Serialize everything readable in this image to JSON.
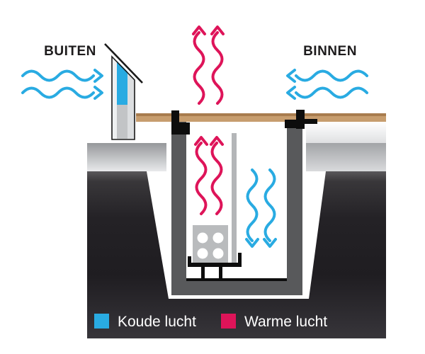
{
  "diagram": {
    "labels": {
      "buiten": "BUITEN",
      "binnen": "BINNEN"
    },
    "legend": {
      "cold_label": "Koude lucht",
      "warm_label": "Warme lucht"
    },
    "colors": {
      "cold": "#29abe2",
      "warm": "#de1459"
    },
    "icons": {
      "cold_air_flow": "wavy-arrow-blue",
      "warm_air_flow": "wavy-arrow-red"
    }
  }
}
